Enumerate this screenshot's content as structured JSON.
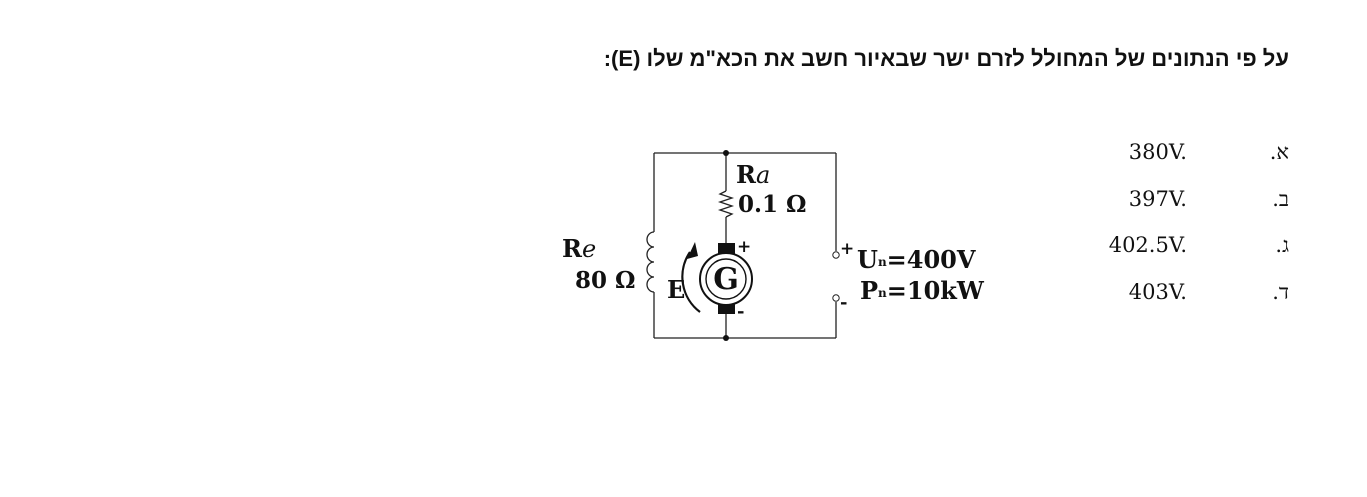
{
  "question": {
    "text": "על פי הנתונים של המחולל לזרם ישר שבאיור חשב את הכא\"מ שלו (E):"
  },
  "options": [
    {
      "letter": "א.",
      "value": "380V."
    },
    {
      "letter": "ב.",
      "value": "397V."
    },
    {
      "letter": "ג.",
      "value": "402.5V."
    },
    {
      "letter": "ד.",
      "value": "403V."
    }
  ],
  "circuit": {
    "ra_symbol": "R",
    "ra_subscript": "a",
    "ra_value": "0.1 Ω",
    "re_symbol": "R",
    "re_subscript": "e",
    "re_value": "80 Ω",
    "generator_label": "G",
    "emf_label": "E",
    "plus_sign": "+",
    "minus_sign": "-",
    "un_symbol": "U",
    "un_subscript": "n",
    "un_value": "=400V",
    "pn_symbol": "P",
    "pn_subscript": "n",
    "pn_value": "=10kW"
  }
}
